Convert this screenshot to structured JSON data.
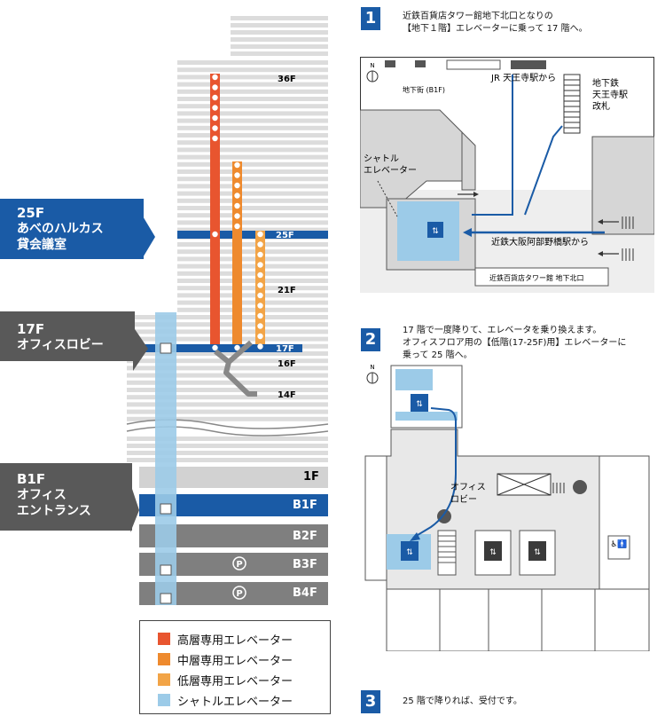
{
  "callouts": {
    "f25": {
      "line1": "25F",
      "line2": "あべのハルカス",
      "line3": "貸会議室"
    },
    "f17": {
      "line1": "17F",
      "line2": "オフィスロビー"
    },
    "b1f": {
      "line1": "B1F",
      "line2": "オフィス",
      "line3": "エントランス"
    }
  },
  "building_labels": {
    "f36": "36F",
    "f25": "25F",
    "f21": "21F",
    "f17": "17F",
    "f16": "16F",
    "f14": "14F",
    "f1": "1F",
    "b1": "B1F",
    "b2": "B2F",
    "b3": "B3F",
    "b4": "B4F",
    "parking": "P"
  },
  "legend": [
    {
      "label": "高層専用エレベーター",
      "color": "#e8552f"
    },
    {
      "label": "中層専用エレベーター",
      "color": "#ee8a2e"
    },
    {
      "label": "低層専用エレベーター",
      "color": "#f2a447"
    },
    {
      "label": "シャトルエレベーター",
      "color": "#9ccbe8"
    }
  ],
  "colors": {
    "brand_blue": "#1a5ba6",
    "callout_gray": "#595959",
    "floor_gray": "#d9d9d9"
  },
  "steps": [
    {
      "num": "1",
      "line1": "近鉄百貨店タワー館地下北口となりの",
      "line2": "【地下１階】エレベーターに乗って 17 階へ。"
    },
    {
      "num": "2",
      "line1": "17 階で一度降りて、エレベータを乗り換えます。",
      "line2": "オフィスフロア用の【低階(17-25F)用】エレベーターに",
      "line3": "乗って 25 階へ。"
    },
    {
      "num": "3",
      "line1": "25 階で降りれば、受付です。"
    }
  ],
  "map1": {
    "jr_label": "JR 天王寺駅から",
    "subway_label_1": "地下鉄",
    "subway_label_2": "天王寺駅",
    "subway_label_3": "改札",
    "underground_label": "地下街 (B1F)",
    "shuttle_label_1": "シャトル",
    "shuttle_label_2": "エレベーター",
    "kintetsu_label": "近鉄大阪阿部野橋駅から",
    "bottom_label": "近鉄百貨店タワー館 地下北口",
    "north": "N"
  },
  "map2": {
    "lobby_label_1": "オフィス",
    "lobby_label_2": "ロビー",
    "north": "N"
  }
}
